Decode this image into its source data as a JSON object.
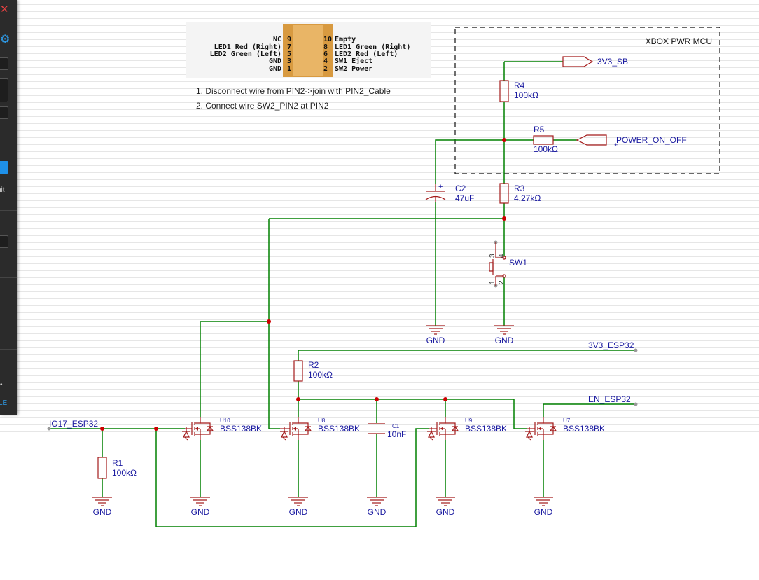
{
  "frame": {
    "label": "XBOX PWR MCU"
  },
  "header_image": {
    "left_labels": [
      "NC",
      "LED1 Red (Right)",
      "LED2 Green (Left)",
      "GND",
      "GND"
    ],
    "left_pins": [
      "9",
      "7",
      "5",
      "3",
      "1"
    ],
    "right_pins": [
      "10",
      "8",
      "6",
      "4",
      "2"
    ],
    "right_labels": [
      "Empty",
      "LED1 Green (Right)",
      "LED2 Red (Left)",
      "SW1 Eject",
      "SW2 Power"
    ]
  },
  "notes": [
    "1. Disconnect wire from PIN2->join with PIN2_Cable",
    "2. Connect wire SW2_PIN2 at PIN2"
  ],
  "nets": {
    "v3v3_sb": "3V3_SB",
    "power_on_off": "POWER_ON_OFF",
    "v3v3_esp32": "3V3_ESP32",
    "en_esp32": "EN_ESP32",
    "io17_esp32": "IO17_ESP32",
    "gnd": "GND"
  },
  "components": {
    "r4": {
      "ref": "R4",
      "value": "100kΩ"
    },
    "r5": {
      "ref": "R5",
      "value": "100kΩ"
    },
    "r3": {
      "ref": "R3",
      "value": "4.27kΩ"
    },
    "r2": {
      "ref": "R2",
      "value": "100kΩ"
    },
    "r1": {
      "ref": "R1",
      "value": "100kΩ"
    },
    "c2": {
      "ref": "C2",
      "value": "47uF"
    },
    "c1": {
      "ref": "C1",
      "value": "10nF"
    },
    "sw1": {
      "ref": "SW1",
      "pins": [
        "3",
        "4",
        "1",
        "2"
      ]
    },
    "u10": {
      "ref": "U10",
      "value": "BSS138BK"
    },
    "u8": {
      "ref": "U8",
      "value": "BSS138BK"
    },
    "u9": {
      "ref": "U9",
      "value": "BSS138BK"
    },
    "u7": {
      "ref": "U7",
      "value": "BSS138BK"
    }
  },
  "sidebar": {
    "unit_text": "nit",
    "save_text": "LE"
  },
  "colors": {
    "wire": "#008000",
    "symbol": "#a31a1a",
    "label": "#1a1aa0",
    "junction": "#cc0000"
  }
}
